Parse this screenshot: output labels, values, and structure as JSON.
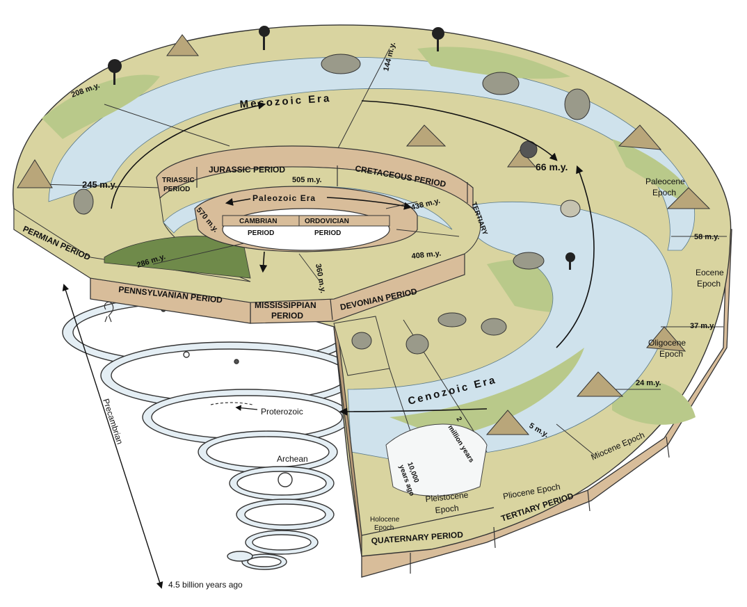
{
  "eras": {
    "mesozoic": "Mesozoic Era",
    "paleozoic": "Paleozoic Era",
    "cenozoic": "Cenozoic Era"
  },
  "periods": {
    "triassic": [
      "TRIASSIC",
      "PERIOD"
    ],
    "jurassic": "JURASSIC PERIOD",
    "cretaceous": "CRETACEOUS PERIOD",
    "tertiary_short": "TERTIARY",
    "cambrian": [
      "CAMBRIAN",
      "PERIOD"
    ],
    "ordovician": [
      "ORDOVICIAN",
      "PERIOD"
    ],
    "permian": "PERMIAN PERIOD",
    "pennsylvanian": "PENNSYLVANIAN PERIOD",
    "mississippian": [
      "MISSISSIPPIAN",
      "PERIOD"
    ],
    "devonian": "DEVONIAN PERIOD",
    "quaternary": "QUATERNARY PERIOD",
    "tertiary": "TERTIARY PERIOD"
  },
  "epochs": {
    "paleocene": [
      "Paleocene",
      "Epoch"
    ],
    "eocene": [
      "Eocene",
      "Epoch"
    ],
    "oligocene": [
      "Oligocene",
      "Epoch"
    ],
    "miocene": "Miocene Epoch",
    "pliocene": "Pliocene Epoch",
    "pleistocene": [
      "Pleistocene",
      "Epoch"
    ],
    "holocene": [
      "Holocene",
      "Epoch"
    ]
  },
  "dates": {
    "d208": "208 m.y.",
    "d144": "144 m.y.",
    "d66": "66 m.y.",
    "d245": "245 m.y.",
    "d505": "505 m.y.",
    "d570": "570 m.y.",
    "d438": "438 m.y.",
    "d408": "408 m.y.",
    "d360": "360 m.y.",
    "d286": "286 m.y.",
    "d58": "58 m.y.",
    "d37": "37 m.y.",
    "d24": "24 m.y.",
    "d5": "5 m.y.",
    "d2m": [
      "2",
      "million years"
    ],
    "d10k": [
      "10,000",
      "years ago"
    ]
  },
  "precambrian": {
    "label": "Precambrian",
    "bottom": "4.5 billion years ago",
    "proterozoic": "Proterozoic",
    "archean": "Archean"
  },
  "colors": {
    "water": "#cfe2ec",
    "land": "#d9d4a0",
    "green": "#b9c98a",
    "rim": "#d8bd9a",
    "rim_dark": "#b89b78",
    "coil": "#e4eef4",
    "ink": "#111111"
  }
}
